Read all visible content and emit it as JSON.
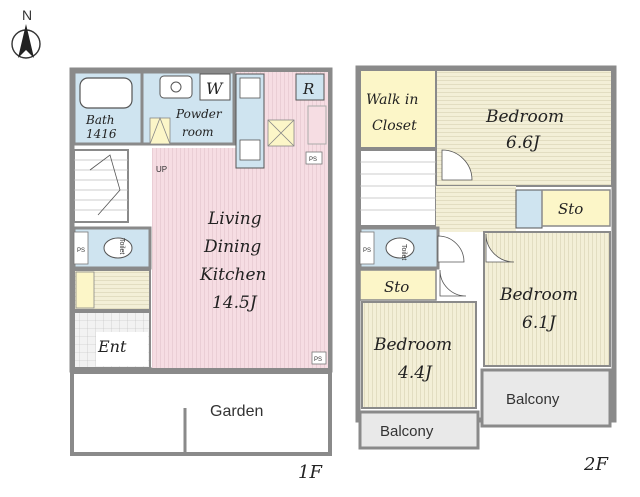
{
  "compass": {
    "north_label": "N"
  },
  "floor1": {
    "floor_label": "1F",
    "rooms": {
      "bath": {
        "name": "Bath",
        "size": "1416"
      },
      "washer": {
        "label": "W"
      },
      "powder": {
        "line1": "Powder",
        "line2": "room"
      },
      "refrigerator": {
        "label": "R"
      },
      "ldk": {
        "line1": "Living",
        "line2": "Dining",
        "line3": "Kitchen",
        "size": "14.5J"
      },
      "toilet": {
        "label": "Toilet"
      },
      "entrance": {
        "label": "Ent"
      },
      "garden": {
        "label": "Garden"
      },
      "stairs_up": {
        "label": "UP"
      },
      "ps_marks": [
        "PS",
        "PS",
        "PS"
      ]
    }
  },
  "floor2": {
    "floor_label": "2F",
    "rooms": {
      "walk_in_closet": {
        "line1": "Walk in",
        "line2": "Closet"
      },
      "bedroom_a": {
        "name": "Bedroom",
        "size": "6.6J"
      },
      "bedroom_b": {
        "name": "Bedroom",
        "size": "6.1J"
      },
      "bedroom_c": {
        "name": "Bedroom",
        "size": "4.4J"
      },
      "storage_1": {
        "label": "Sto"
      },
      "storage_2": {
        "label": "Sto"
      },
      "toilet": {
        "label": "Toilet"
      },
      "balcony_1": {
        "label": "Balcony"
      },
      "balcony_2": {
        "label": "Balcony"
      },
      "ps_mark": "PS"
    }
  },
  "colors": {
    "wall": "#8a8a8a",
    "living_floor": "#f6dde3",
    "bedroom_floor": "#f3efd7",
    "wet_area": "#cfe4f0",
    "closet": "#fcf6c8",
    "balcony": "#e9e9e9"
  }
}
